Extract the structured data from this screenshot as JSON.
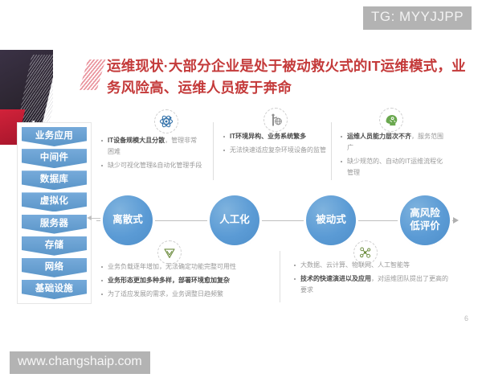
{
  "banner": {
    "tg_label": "TG: MYYJJPP"
  },
  "watermark": {
    "text": "www.changshaip.com"
  },
  "page": {
    "number": "6"
  },
  "title": {
    "text": "运维现状·大部分企业是处于被动救火式的IT运维模式，业务风险高、运维人员疲于奔命",
    "color": "#c43a3a"
  },
  "stack_panel": {
    "items": [
      {
        "label": "业务应用"
      },
      {
        "label": "中间件"
      },
      {
        "label": "数据库"
      },
      {
        "label": "虚拟化"
      },
      {
        "label": "服务器"
      },
      {
        "label": "存储"
      },
      {
        "label": "网络"
      },
      {
        "label": "基础设施"
      }
    ],
    "color": "#5b96c9"
  },
  "timeline": {
    "accent": "#5b9bd5",
    "stages": [
      {
        "line1": "离散式",
        "line2": ""
      },
      {
        "line1": "人工化",
        "line2": ""
      },
      {
        "line1": "被动式",
        "line2": ""
      },
      {
        "line1": "高风险",
        "line2": "低评价"
      }
    ]
  },
  "icons": {
    "atom": "atom-icon",
    "person_globe": "person-globe-icon",
    "brain": "brain-head-icon",
    "shield": "shield-check-icon",
    "molecule": "molecule-network-icon"
  },
  "bullets": {
    "top": [
      {
        "items": [
          {
            "strong": "IT设备规模大且分散",
            "rest": "，管理非常困难"
          },
          {
            "strong": "",
            "rest": "缺少可视化管理&自动化管理手段"
          }
        ]
      },
      {
        "items": [
          {
            "strong": "IT环境异构、业务系统繁多",
            "rest": ""
          },
          {
            "strong": "",
            "rest": "无法快速适应复杂环境设备的监管"
          }
        ]
      },
      {
        "items": [
          {
            "strong": "运维人员能力层次不齐",
            "rest": "，服务范围广"
          },
          {
            "strong": "",
            "rest": "缺少规范的、自动的IT运维流程化管理"
          }
        ]
      }
    ],
    "bottom": [
      {
        "items": [
          {
            "strong": "",
            "rest": "业务负载逐年增加，无法确定功能完整可用性"
          },
          {
            "strong": "业务形态更加多种多样，部署环境愈加复杂",
            "rest": ""
          },
          {
            "strong": "",
            "rest": "为了适应发展的需求，业务调整日趋频繁"
          }
        ]
      },
      {
        "items": [
          {
            "strong": "",
            "rest": "大数据、云计算、物联网、人工智能等"
          },
          {
            "strong": "技术的快速演进以及应用",
            "rest": "，对运维团队提出了更高的要求"
          }
        ]
      }
    ]
  }
}
